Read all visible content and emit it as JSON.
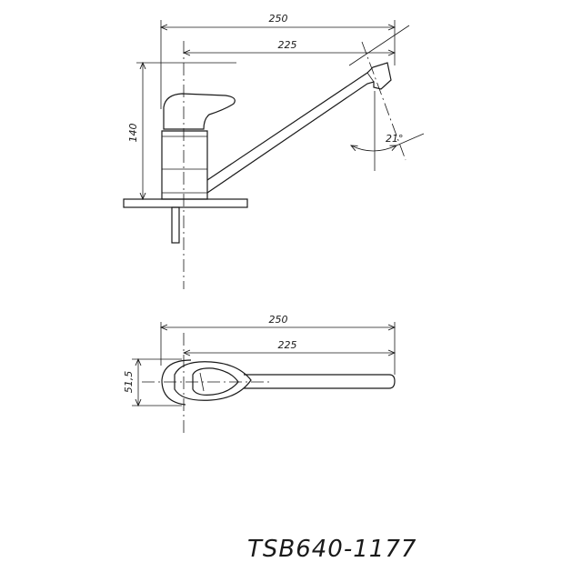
{
  "side_view": {
    "dim_overall_width": "250",
    "dim_spout_reach": "225",
    "dim_height": "140",
    "dim_spout_angle": "21°"
  },
  "top_view": {
    "dim_overall_width": "250",
    "dim_spout_reach": "225",
    "dim_body_diameter": "51,5"
  },
  "model_code": "TSB640-1177"
}
